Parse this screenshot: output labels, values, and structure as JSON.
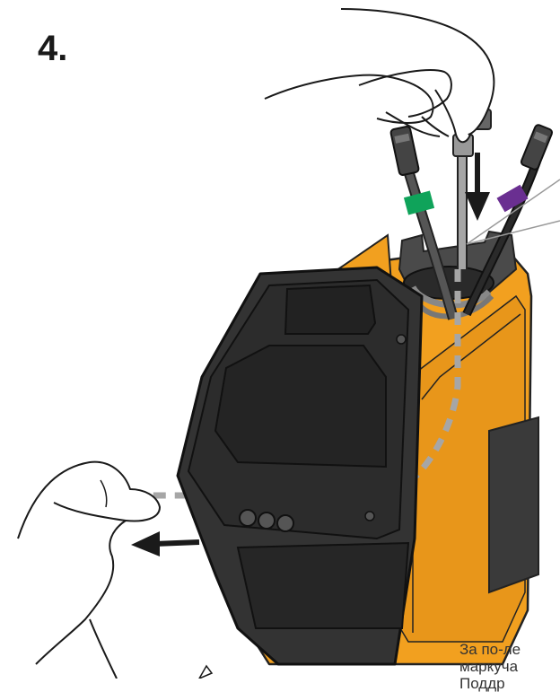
{
  "step": {
    "number": "4."
  },
  "caption": {
    "lines": [
      "За по-ле",
      "маркуча",
      "Поддр"
    ]
  },
  "colors": {
    "housing_yellow": "#f2a01f",
    "housing_dark": "#3a3a3a",
    "front_panel": "#2c2c2c",
    "tag_green": "#0fa35a",
    "tag_purple": "#6a2f91",
    "hose_grey": "#a6a6a6"
  },
  "icons": [
    "hand-pinch",
    "hand-pull",
    "push-arrow",
    "pull-arrow",
    "cable-connector"
  ]
}
